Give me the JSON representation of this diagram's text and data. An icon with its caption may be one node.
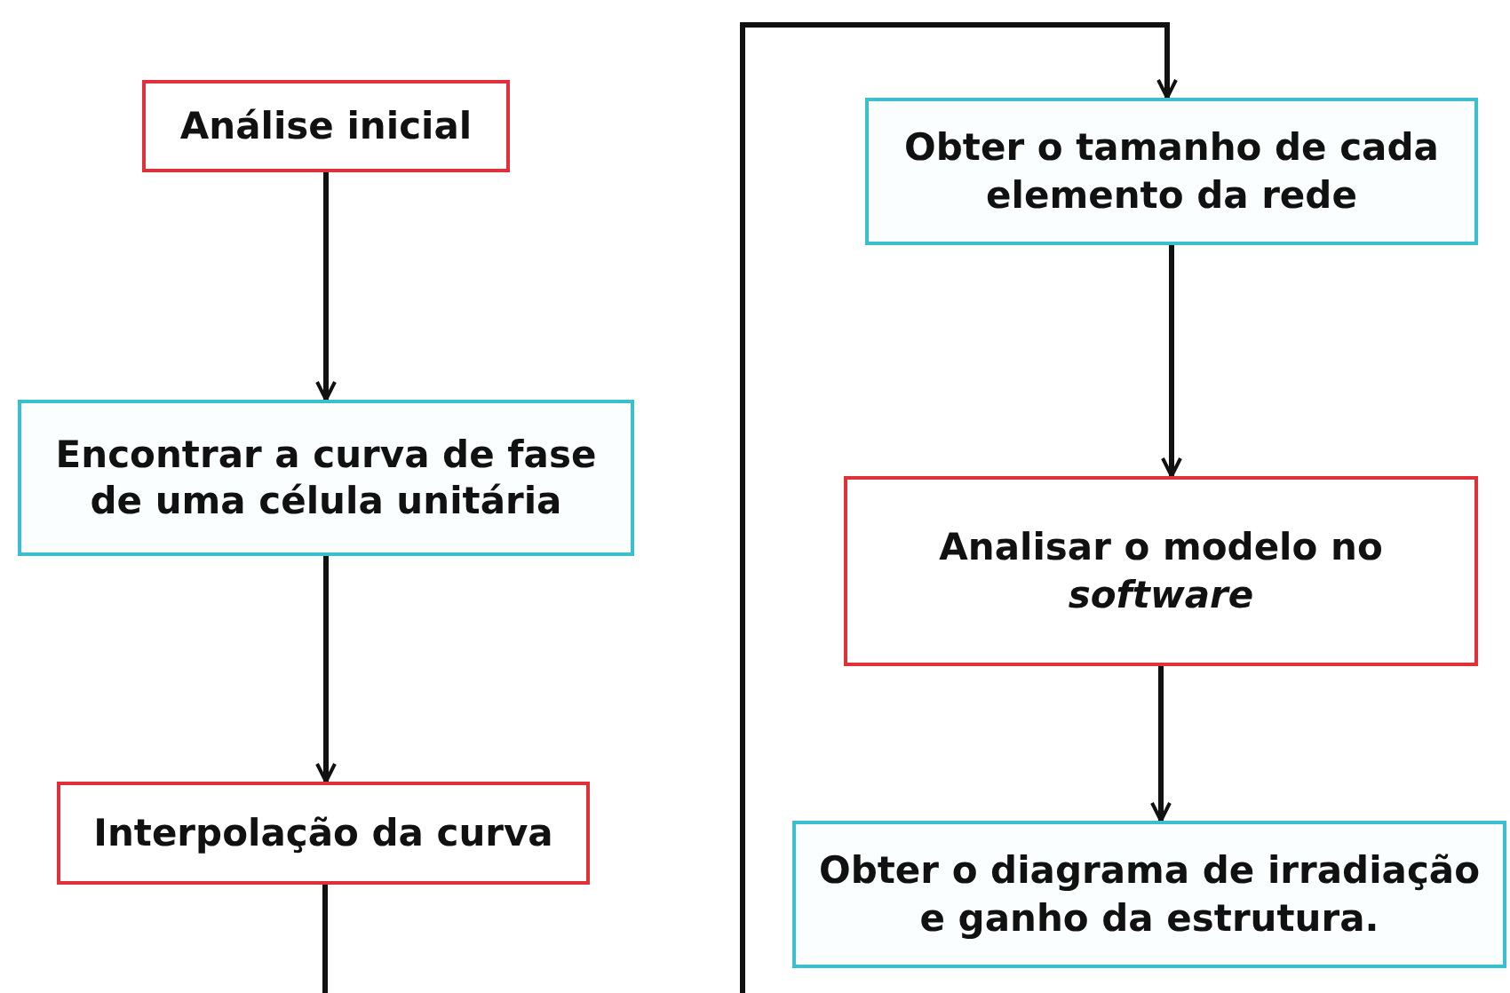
{
  "diagram": {
    "nodes": [
      {
        "text": [
          "Análise inicial"
        ]
      },
      {
        "text": [
          "Encontrar a curva de fase de uma célula unitária"
        ]
      },
      {
        "text": [
          "Interpolação da curva"
        ]
      },
      {
        "text": [
          "Obter o tamanho de cada elemento da rede"
        ]
      },
      {
        "text": [
          "Analisar o modelo no *software*"
        ]
      },
      {
        "text": [
          "Obter o diagrama de irradiação e ganho da estrutura."
        ]
      }
    ],
    "edges": [
      {
        "from": 0,
        "to": 1,
        "arrow": "to"
      },
      {
        "from": 1,
        "to": 2,
        "arrow": "to"
      },
      {
        "from": 2,
        "to": null,
        "arrow": "none"
      },
      {
        "from": null,
        "to": 3,
        "arrow": "to"
      },
      {
        "from": 3,
        "to": 4,
        "arrow": "to"
      },
      {
        "from": 4,
        "to": 5,
        "arrow": "to"
      }
    ]
  }
}
